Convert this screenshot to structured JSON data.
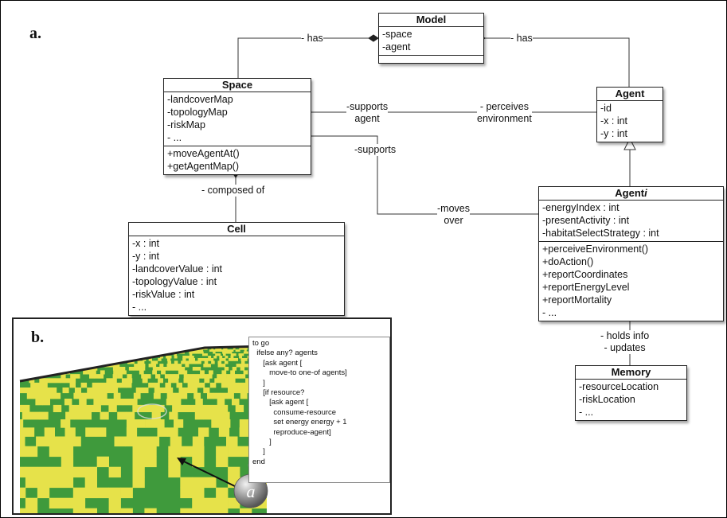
{
  "panels": {
    "a": "a.",
    "b": "b."
  },
  "classes": {
    "model": {
      "title": "Model",
      "attributes": [
        "-space",
        "-agent"
      ],
      "methods": []
    },
    "space": {
      "title": "Space",
      "attributes": [
        "-landcoverMap",
        "-topologyMap",
        "-riskMap",
        "- ..."
      ],
      "methods": [
        "+moveAgentAt()",
        "+getAgentMap()"
      ]
    },
    "agent": {
      "title": "Agent",
      "attributes": [
        "-id",
        "-x : int",
        "-y : int"
      ],
      "methods": []
    },
    "agenti": {
      "title": "Agent",
      "title_sub": "i",
      "attributes": [
        "-energyIndex : int",
        "-presentActivity : int",
        "-habitatSelectStrategy : int"
      ],
      "methods": [
        "+perceiveEnvironment()",
        "+doAction()",
        "+reportCoordinates",
        "+reportEnergyLevel",
        "+reportMortality",
        "- ..."
      ]
    },
    "cell": {
      "title": "Cell",
      "attributes": [
        "-x : int",
        "-y : int",
        "-landcoverValue : int",
        "-topologyValue : int",
        "-riskValue : int",
        "- ..."
      ],
      "methods": []
    },
    "memory": {
      "title": "Memory",
      "attributes": [
        "-resourceLocation",
        "-riskLocation",
        "- ..."
      ],
      "methods": []
    }
  },
  "relations": {
    "model_space_label": "- has",
    "model_agent_label": "- has",
    "space_supports_agent": [
      "-supports",
      "agent"
    ],
    "agent_perceives_env": [
      "- perceives",
      "environment"
    ],
    "space_supports": "-supports",
    "moves_over": [
      "-moves",
      "over"
    ],
    "composed_of": "- composed of",
    "holds_info": [
      "- holds info",
      "- updates"
    ]
  },
  "code": [
    "to go",
    "  ifelse any? agents",
    "     [ask agent [",
    "        move-to one-of agents]",
    "     ]",
    "     [if resource?",
    "        [ask agent [",
    "          consume-resource",
    "          set energy energy + 1",
    "          reproduce-agent]",
    "        ]",
    "     ]",
    "end"
  ],
  "agent_marker": "a",
  "colors": {
    "terrain_green": "#3f9a3c",
    "terrain_yellow": "#e6e24a",
    "edge": "#222222",
    "sphere": "#9a9a9a"
  }
}
